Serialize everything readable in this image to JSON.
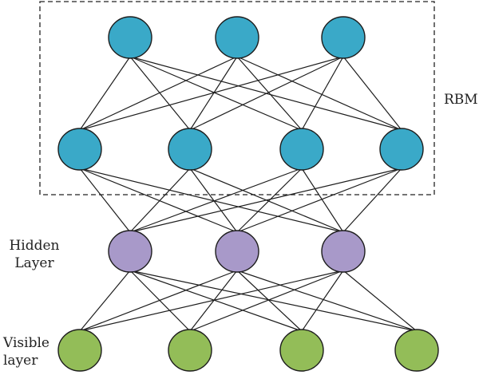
{
  "colors": {
    "rbm_node": "#3aa9c8",
    "hidden_node": "#a899c9",
    "visible_node": "#93bd58",
    "node_stroke": "#1d1d1d",
    "edge": "#1d1d1d",
    "box": "#222222"
  },
  "labels": {
    "rbm": "RBM",
    "hidden_line1": "Hidden",
    "hidden_line2": "Layer",
    "visible_line1": "Visible",
    "visible_line2": "layer"
  },
  "layers": [
    {
      "id": "rbm-top",
      "node_count": 3,
      "color_key": "rbm_node"
    },
    {
      "id": "rbm-bottom",
      "node_count": 4,
      "color_key": "rbm_node"
    },
    {
      "id": "hidden",
      "node_count": 3,
      "color_key": "hidden_node"
    },
    {
      "id": "visible",
      "node_count": 4,
      "color_key": "visible_node"
    }
  ],
  "connections": "fully-connected-between-adjacent-layers"
}
